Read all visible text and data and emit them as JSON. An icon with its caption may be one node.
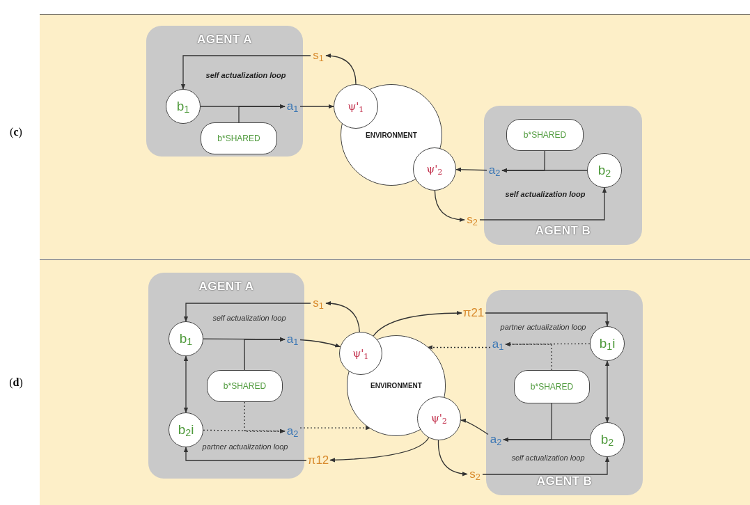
{
  "diagram": {
    "nodes": [
      {
        "text": [
          "AGENT A"
        ]
      },
      {
        "text": [
          "b$_{1}$"
        ],
        "in": 0
      },
      {
        "text": [
          "b*SHARED"
        ],
        "in": 0
      },
      {
        "text": [
          "a$_{1}$"
        ],
        "in": 0
      },
      {
        "text": [
          "s$_{1}$"
        ]
      },
      {
        "text": [
          "ENVIRONMENT"
        ]
      },
      {
        "text": [
          "ψ'$_{1}$"
        ]
      },
      {
        "text": [
          "ψ'$_{2}$"
        ]
      },
      {
        "text": [
          "AGENT B"
        ]
      },
      {
        "text": [
          "b*SHARED"
        ],
        "in": 8
      },
      {
        "text": [
          "b$_{2}$"
        ],
        "in": 8
      },
      {
        "text": [
          "a$_{2}$"
        ],
        "in": 8
      },
      {
        "text": [
          "s$_{2}$"
        ]
      },
      {
        "text": [
          "AGENT A"
        ]
      },
      {
        "text": [
          "b$_{1}$"
        ],
        "in": 13
      },
      {
        "text": [
          "b*SHARED"
        ],
        "in": 13
      },
      {
        "text": [
          "b$_{2}$i"
        ],
        "in": 13
      },
      {
        "text": [
          "a$_{1}$"
        ],
        "in": 13
      },
      {
        "text": [
          "a$_{2}$"
        ],
        "in": 13
      },
      {
        "text": [
          "s$_{1}$"
        ]
      },
      {
        "text": [
          "π12"
        ]
      },
      {
        "text": [
          "ENVIRONMENT"
        ]
      },
      {
        "text": [
          "ψ'$_{1}$"
        ]
      },
      {
        "text": [
          "ψ'$_{2}$"
        ]
      },
      {
        "text": [
          "π21"
        ]
      },
      {
        "text": [
          "AGENT B"
        ]
      },
      {
        "text": [
          "b$_{1}$i"
        ],
        "in": 25
      },
      {
        "text": [
          "a$_{1}$"
        ],
        "in": 25
      },
      {
        "text": [
          "b*SHARED"
        ],
        "in": 25
      },
      {
        "text": [
          "b$_{2}$"
        ],
        "in": 25
      },
      {
        "text": [
          "a$_{2}$"
        ],
        "in": 25
      },
      {
        "text": [
          "s$_{2}$"
        ]
      }
    ],
    "edges": [
      {
        "from": 4,
        "to": 1,
        "arrow": "to"
      },
      {
        "from": 1,
        "to": 3,
        "arrow": "to"
      },
      {
        "from": 2,
        "to": 3,
        "arrow": "to"
      },
      {
        "from": 3,
        "to": 6,
        "arrow": "to"
      },
      {
        "from": 6,
        "to": 4,
        "arrow": "to"
      },
      {
        "from": 11,
        "to": 7,
        "arrow": "to"
      },
      {
        "from": 10,
        "to": 11,
        "arrow": "to"
      },
      {
        "from": 9,
        "to": 11,
        "arrow": "to"
      },
      {
        "from": 7,
        "to": 12,
        "arrow": "to"
      },
      {
        "from": 12,
        "to": 10,
        "arrow": "to"
      },
      {
        "from": 19,
        "to": 14,
        "arrow": "to"
      },
      {
        "from": 14,
        "to": 17,
        "arrow": "to"
      },
      {
        "from": 15,
        "to": 17,
        "arrow": "to"
      },
      {
        "from": 14,
        "to": 16,
        "arrow": "both"
      },
      {
        "from": 16,
        "to": 18,
        "arrow": "to",
        "style": "dashed"
      },
      {
        "from": 15,
        "to": 18,
        "arrow": "to",
        "style": "dashed"
      },
      {
        "from": 20,
        "to": 16,
        "arrow": "to"
      },
      {
        "from": 17,
        "to": 22,
        "arrow": "to"
      },
      {
        "from": 22,
        "to": 19,
        "arrow": "to"
      },
      {
        "from": 22,
        "to": 24,
        "arrow": "to"
      },
      {
        "from": 18,
        "to": 21,
        "arrow": "to",
        "style": "dashed"
      },
      {
        "from": 23,
        "to": 20,
        "arrow": "to"
      },
      {
        "from": 23,
        "to": 31,
        "arrow": "to"
      },
      {
        "from": 27,
        "to": 21,
        "arrow": "to",
        "style": "dashed"
      },
      {
        "from": 26,
        "to": 27,
        "arrow": "to",
        "style": "dashed"
      },
      {
        "from": 28,
        "to": 27,
        "arrow": "to",
        "style": "dashed"
      },
      {
        "from": 24,
        "to": 26,
        "arrow": "to"
      },
      {
        "from": 26,
        "to": 29,
        "arrow": "both"
      },
      {
        "from": 29,
        "to": 30,
        "arrow": "to"
      },
      {
        "from": 28,
        "to": 30,
        "arrow": "to"
      },
      {
        "from": 30,
        "to": 23,
        "arrow": "to"
      },
      {
        "from": 31,
        "to": 29,
        "arrow": "to"
      }
    ],
    "labels": [
      "(**c**)",
      "self actualization loop",
      "self actualization loop",
      "(**d**)",
      "self actualization loop",
      "partner actualization loop",
      "partner actualization loop",
      "self actualization loop"
    ]
  }
}
